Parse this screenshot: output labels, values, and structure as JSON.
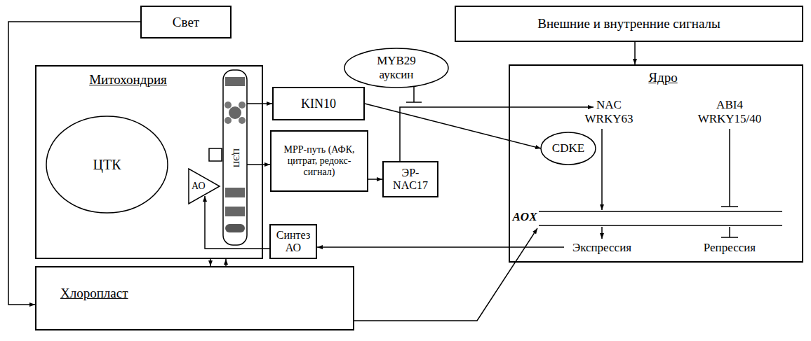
{
  "diagram": {
    "nodes": [
      {
        "text": [
          "Свет"
        ]
      },
      {
        "text": [
          "Внешние и внутренние сигналы"
        ]
      },
      {
        "text": [
          "Митохондрия"
        ]
      },
      {
        "text": [
          "ЦТК"
        ],
        "in": 2
      },
      {
        "text": [
          "АО"
        ],
        "in": 2
      },
      {
        "text": [
          "MYB29 ауксин"
        ]
      },
      {
        "text": [
          "Ядро"
        ]
      },
      {
        "text": [
          "KIN10"
        ]
      },
      {
        "text": [
          "МРР-путь (АФК, цитрат, редокс-сигнал)"
        ]
      },
      {
        "text": [
          "ЭР-NAC17"
        ]
      },
      {
        "text": [
          "CDKE"
        ],
        "in": 6
      },
      {
        "text": [
          "Синтез АО"
        ]
      },
      {
        "text": [
          "Хлоропласт"
        ]
      }
    ],
    "edges": [
      {
        "from": 0,
        "to": 12,
        "arrow": "to"
      },
      {
        "from": 1,
        "to": 6,
        "arrow": "to"
      },
      {
        "from": 2,
        "to": 7,
        "arrow": "to"
      },
      {
        "from": 2,
        "to": 8,
        "arrow": "to"
      },
      {
        "from": 8,
        "to": 9,
        "arrow": "to"
      },
      {
        "from": 9,
        "to": 6,
        "arrow": "to"
      },
      {
        "from": 7,
        "to": 10,
        "arrow": "to"
      },
      {
        "from": 12,
        "to": 6,
        "arrow": "to"
      },
      {
        "from": 2,
        "to": 12,
        "arrow": "to"
      },
      {
        "from": 12,
        "to": 2,
        "arrow": "to"
      },
      {
        "from": 11,
        "to": 4,
        "arrow": "to"
      },
      {
        "from": 6,
        "to": 11,
        "arrow": "to"
      }
    ],
    "labels": [
      "ЦЭП",
      "NAC WRKY63",
      "ABI4 WRKY15/40",
      "AOX",
      "Экспрессия",
      "Репрессия"
    ]
  }
}
